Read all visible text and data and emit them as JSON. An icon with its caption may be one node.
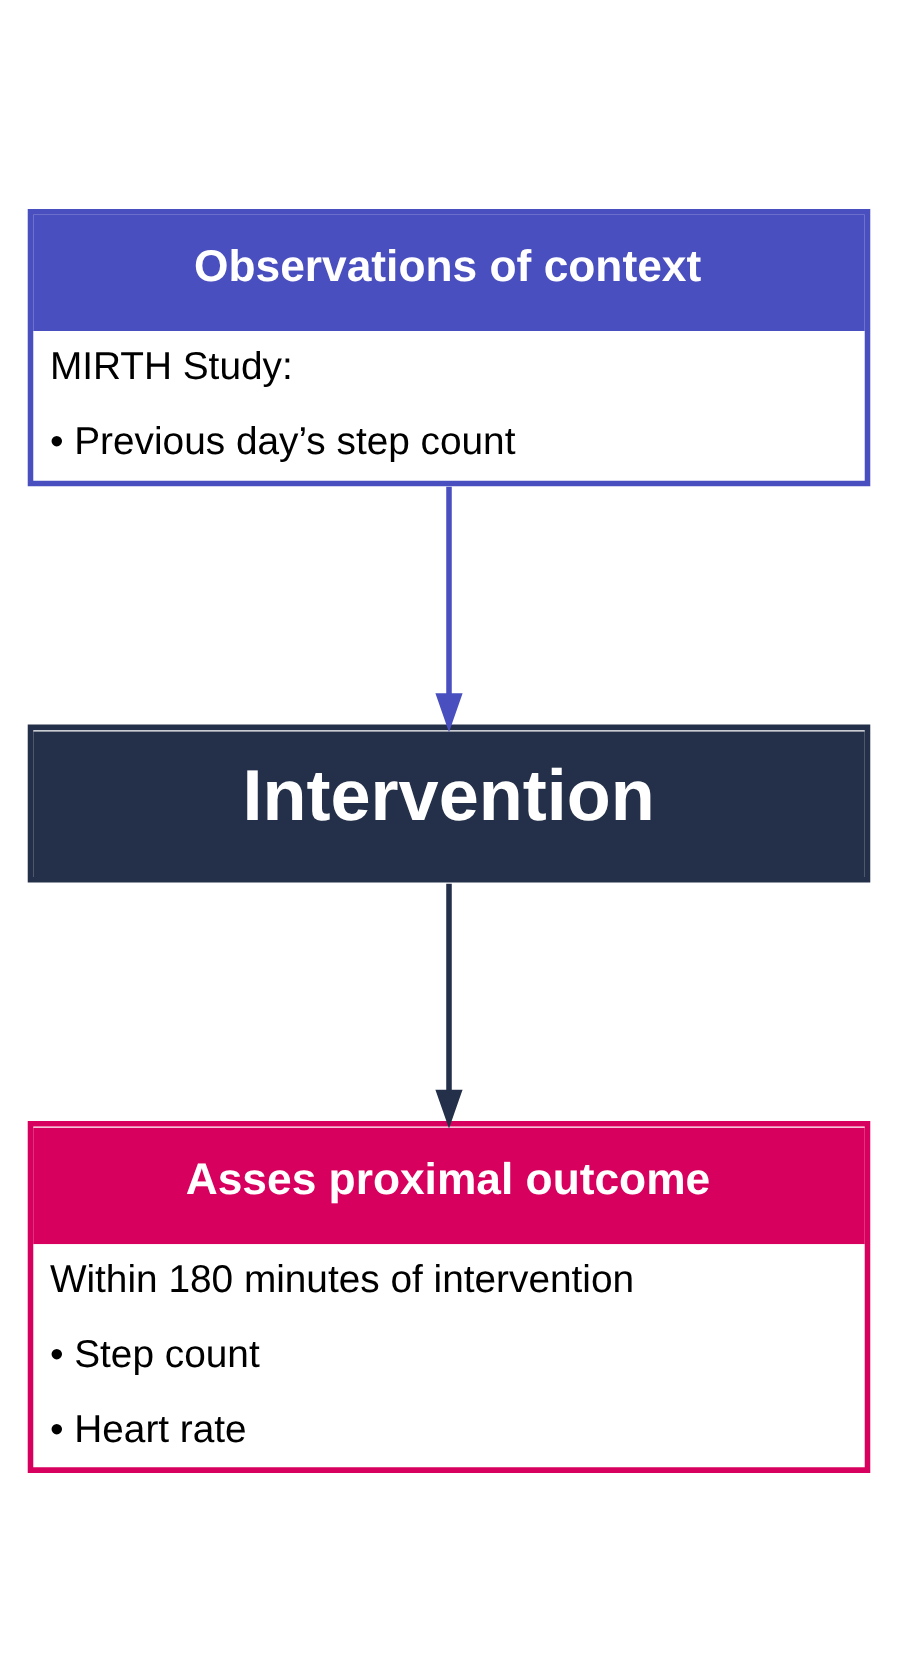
{
  "diagram": {
    "nodes": [
      {
        "text": [
          "Observations of context",
          "MIRTH Study:",
          "• Previous day’s step count"
        ]
      },
      {
        "text": [
          "Intervention"
        ]
      },
      {
        "text": [
          "Asses proximal outcome",
          "Within 180 minutes of intervention",
          "• Step count",
          "• Heart rate"
        ]
      }
    ],
    "edges": [
      {
        "from": 0,
        "to": 1,
        "arrow": "to",
        "color": "#4a4fbf"
      },
      {
        "from": 1,
        "to": 2,
        "arrow": "to",
        "color": "#243049"
      }
    ]
  }
}
